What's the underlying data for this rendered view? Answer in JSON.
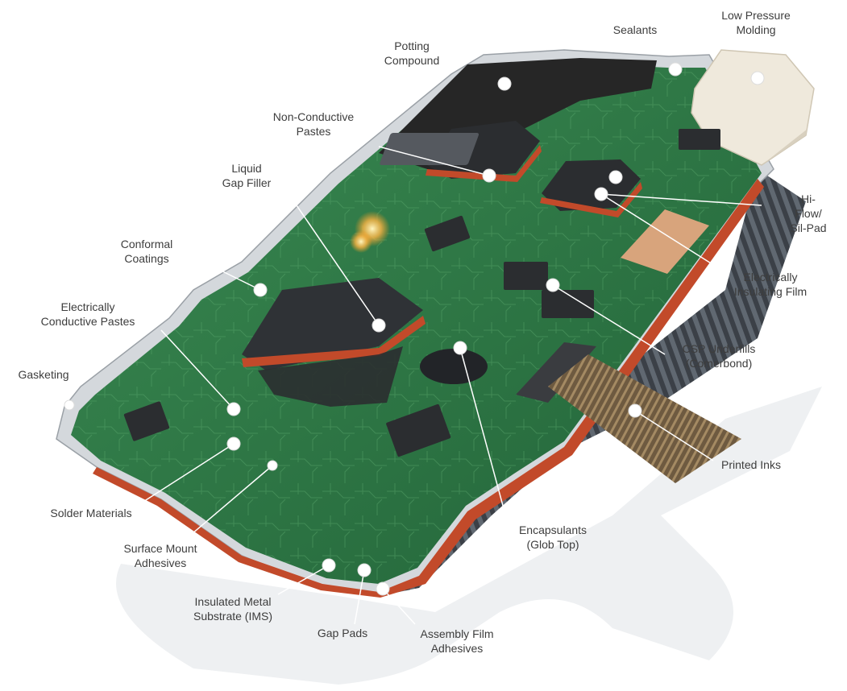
{
  "diagram": {
    "labels": [
      {
        "id": "low-pressure-molding",
        "text": "Low Pressure\nMolding"
      },
      {
        "id": "sealants",
        "text": "Sealants"
      },
      {
        "id": "potting-compound",
        "text": "Potting\nCompound"
      },
      {
        "id": "non-conductive-pastes",
        "text": "Non-Conductive\nPastes"
      },
      {
        "id": "liquid-gap-filler",
        "text": "Liquid\nGap Filler"
      },
      {
        "id": "hi-flow-sil-pad",
        "text": "Hi-Flow/\nSil-Pad"
      },
      {
        "id": "conformal-coatings",
        "text": "Conformal\nCoatings"
      },
      {
        "id": "electrically-insulating-film",
        "text": "Electrically\nInsulating Film"
      },
      {
        "id": "electrically-conductive-pastes",
        "text": "Electrically\nConductive Pastes"
      },
      {
        "id": "csp-underfills",
        "text": "CSP Underfills\n(Comerbond)"
      },
      {
        "id": "gasketing",
        "text": "Gasketing"
      },
      {
        "id": "printed-inks",
        "text": "Printed Inks"
      },
      {
        "id": "solder-materials",
        "text": "Solder Materials"
      },
      {
        "id": "surface-mount-adhesives",
        "text": "Surface Mount\nAdhesives"
      },
      {
        "id": "encapsulants",
        "text": "Encapsulants\n(Glob Top)"
      },
      {
        "id": "insulated-metal-substrate",
        "text": "Insulated Metal\nSubstrate (IMS)"
      },
      {
        "id": "gap-pads",
        "text": "Gap Pads"
      },
      {
        "id": "assembly-film-adhesives",
        "text": "Assembly Film\nAdhesives"
      }
    ],
    "colors": {
      "board": "#2f7a45",
      "board_dark": "#1f5a33",
      "frame": "#d9dcdf",
      "heatsink": "#4a5058",
      "copper": "#c24a2a",
      "potting": "#2a2a2a",
      "molding": "#ece6da",
      "chip": "#2b2d30",
      "leader": "#ffffff"
    }
  }
}
